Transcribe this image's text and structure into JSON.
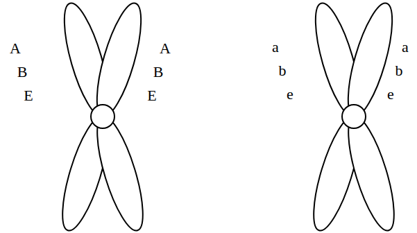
{
  "diagram": {
    "labels": [
      "A",
      "B",
      "E",
      "A",
      "B",
      "E",
      "a",
      "b",
      "e",
      "a",
      "b",
      "e"
    ]
  }
}
